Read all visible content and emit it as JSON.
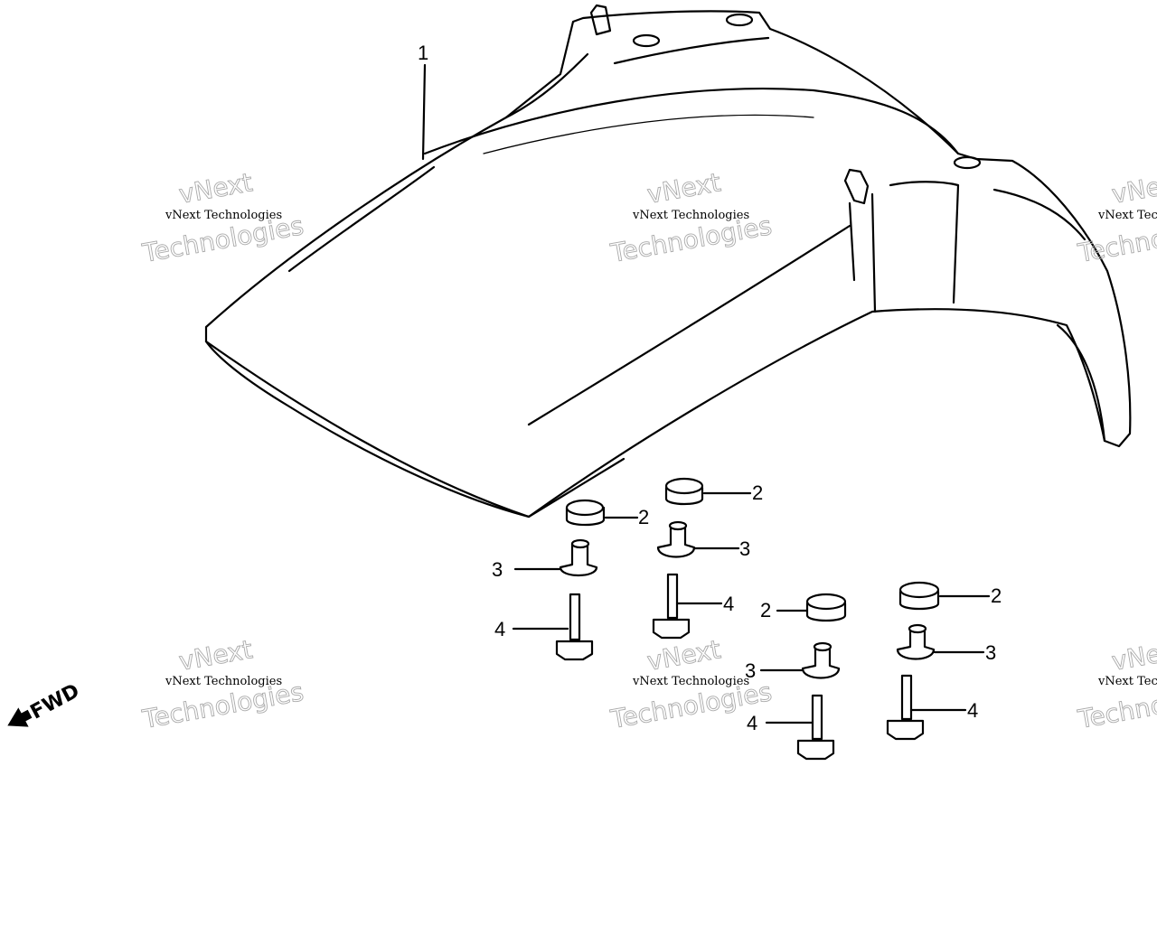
{
  "callouts": {
    "fender": "1",
    "cushion": "2",
    "collar": "3",
    "bolt": "4"
  },
  "direction": {
    "label": "FWD",
    "icon": "arrow-left-icon"
  },
  "watermark": {
    "small": "vNext Technologies",
    "big_line1": "vNext",
    "big_line2": "Technologies"
  }
}
